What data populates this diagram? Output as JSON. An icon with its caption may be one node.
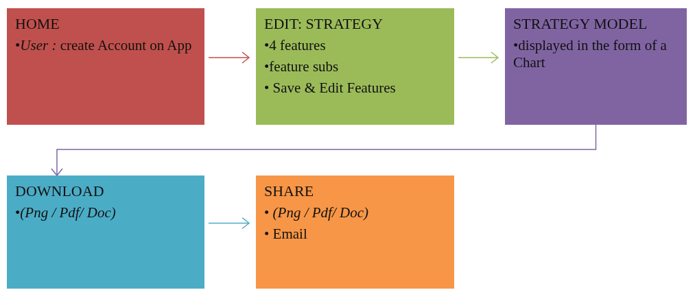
{
  "diagram": {
    "nodes": [
      {
        "text": [
          "HOME",
          "•*User :* create Account on App"
        ]
      },
      {
        "text": [
          "EDIT:  STRATEGY",
          "•4 features",
          "•feature subs",
          "• Save & Edit Features"
        ]
      },
      {
        "text": [
          "STRATEGY MODEL",
          "•displayed in the form of a Chart"
        ]
      },
      {
        "text": [
          "DOWNLOAD",
          "•*(Png / Pdf/ Doc)*"
        ]
      },
      {
        "text": [
          "SHARE",
          "• *(Png / Pdf/ Doc)*",
          "• Email"
        ]
      }
    ],
    "edges": [
      {
        "from": 0,
        "to": 1,
        "arrow": "to",
        "color": "#c0504d"
      },
      {
        "from": 1,
        "to": 2,
        "arrow": "to",
        "color": "#9bbb59"
      },
      {
        "from": 2,
        "to": 3,
        "arrow": "to",
        "color": "#8064a2"
      },
      {
        "from": 3,
        "to": 4,
        "arrow": "to",
        "color": "#4bacc6"
      }
    ]
  }
}
